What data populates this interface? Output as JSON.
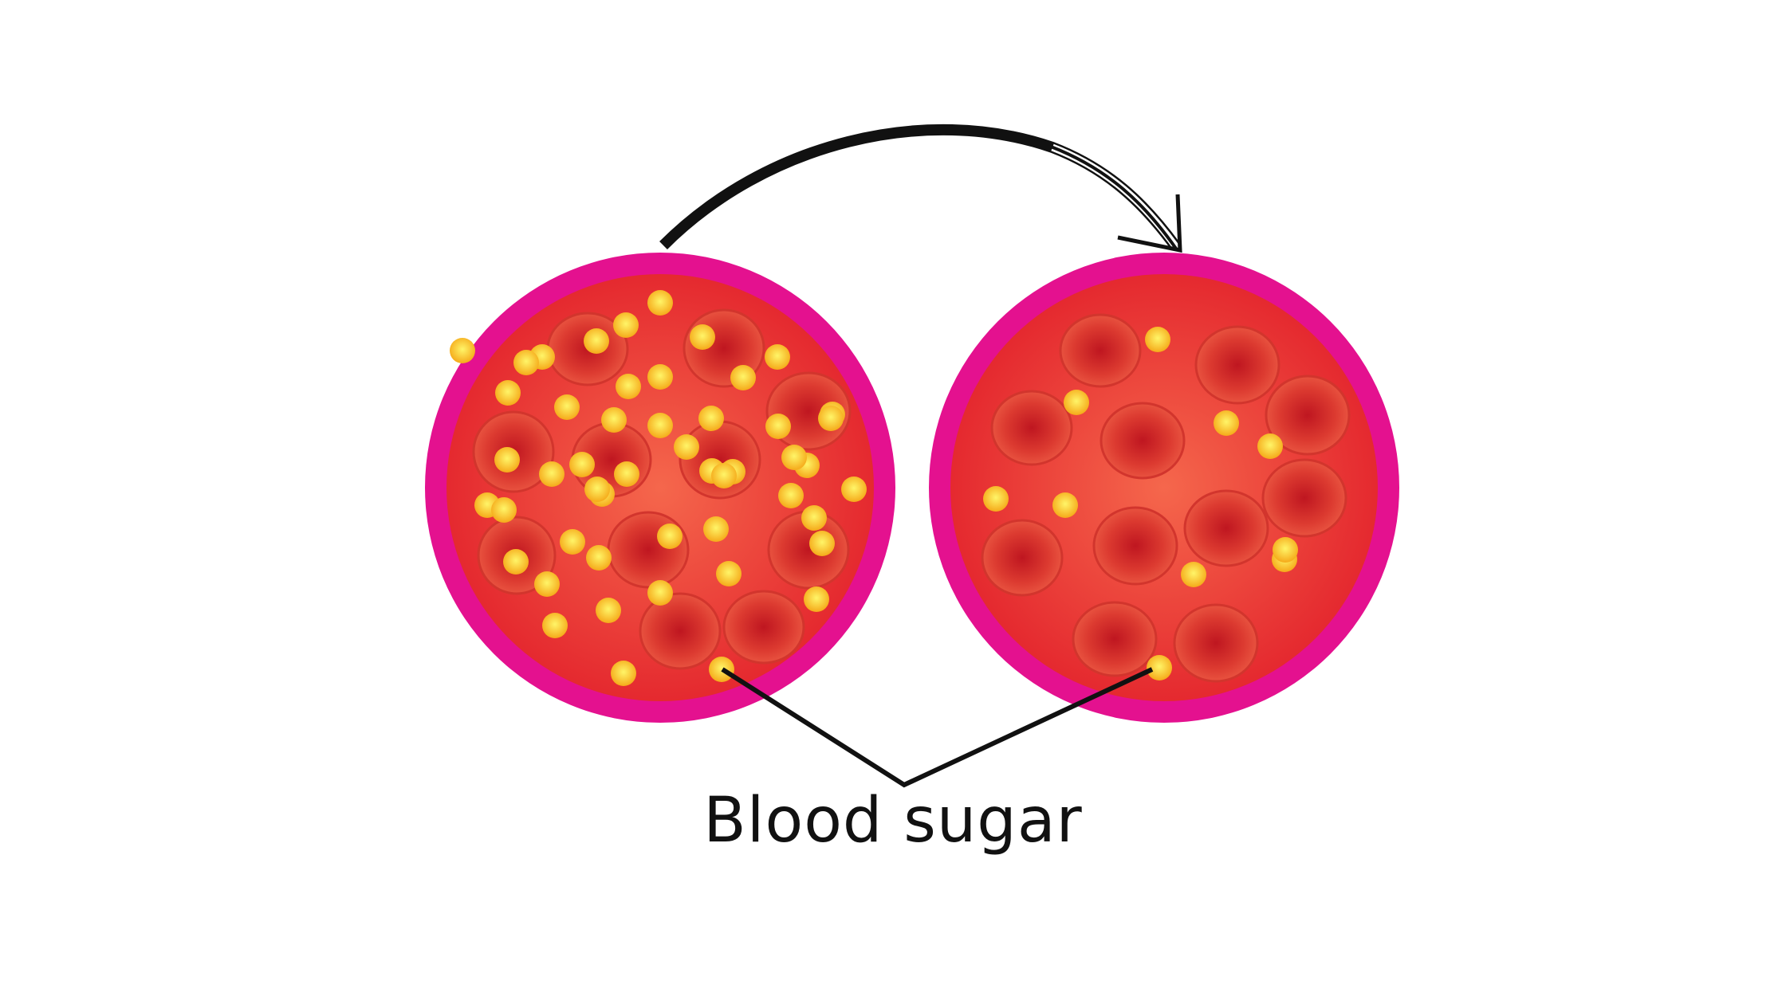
{
  "caption": "Blood sugar",
  "colors": {
    "background": "#ffffff",
    "vessel_wall": "#e4118f",
    "plasma_light": "#f5624a",
    "plasma_dark": "#e3232c",
    "red_cell_center": "#c41a22",
    "red_cell_edge": "#ea4b3d",
    "sugar_center": "#fff25a",
    "sugar_edge": "#f5b21e",
    "ink": "#111111"
  },
  "vessels": [
    {
      "name": "high-sugar-vessel",
      "sugar_particle_count": 50
    },
    {
      "name": "low-sugar-vessel",
      "sugar_particle_count": 10
    }
  ]
}
